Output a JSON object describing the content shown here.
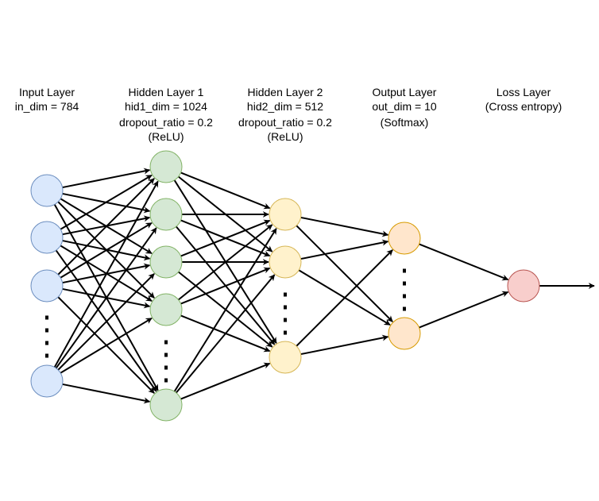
{
  "layers": [
    {
      "id": "input",
      "lines": [
        "Input Layer",
        "in_dim = 784"
      ],
      "fill": "#dae8fc",
      "stroke": "#6c8ebf"
    },
    {
      "id": "hidden1",
      "lines": [
        "Hidden Layer 1",
        "hid1_dim = 1024",
        "dropout_ratio = 0.2",
        "(ReLU)"
      ],
      "fill": "#d5e8d4",
      "stroke": "#82b366"
    },
    {
      "id": "hidden2",
      "lines": [
        "Hidden Layer 2",
        "hid2_dim = 512",
        "dropout_ratio = 0.2",
        "(ReLU)"
      ],
      "fill": "#fff2cc",
      "stroke": "#d6b656"
    },
    {
      "id": "output",
      "lines": [
        "Output Layer",
        "out_dim = 10",
        "(Softmax)"
      ],
      "fill": "#ffe6cc",
      "stroke": "#d79b00"
    },
    {
      "id": "loss",
      "lines": [
        "Loss Layer",
        "(Cross entropy)"
      ],
      "fill": "#f8cecc",
      "stroke": "#b85450"
    }
  ],
  "edge_color": "#000000"
}
